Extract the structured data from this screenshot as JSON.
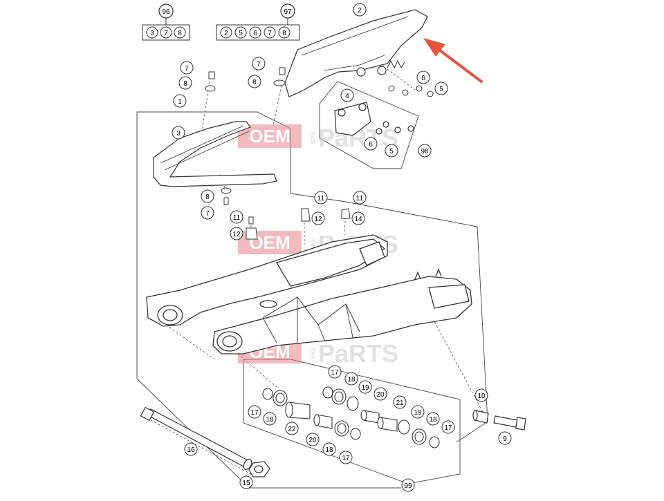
{
  "kits": {
    "k96": {
      "number": "96",
      "members": [
        "3",
        "7",
        "8"
      ]
    },
    "k97": {
      "number": "97",
      "members": [
        "2",
        "5",
        "6",
        "7",
        "8"
      ]
    }
  },
  "callouts": {
    "c1": "1",
    "c2": "2",
    "c3": "3",
    "c4": "4",
    "c5a": "5",
    "c5b": "5",
    "c6a": "6",
    "c6b": "6",
    "c7a": "7",
    "c7b": "7",
    "c7c": "7",
    "c8a": "8",
    "c8b": "8",
    "c8c": "8",
    "c9": "9",
    "c10": "10",
    "c11a": "11",
    "c11b": "11",
    "c11c": "11",
    "c12a": "12",
    "c12b": "12",
    "c14": "14",
    "c15": "15",
    "c16": "16",
    "c17a": "17",
    "c17b": "17",
    "c17c": "17",
    "c17d": "17",
    "c18a": "18",
    "c18b": "18",
    "c18c": "18",
    "c18d": "18",
    "c19a": "19",
    "c19b": "19",
    "c20a": "20",
    "c20b": "20",
    "c21": "21",
    "c22": "22",
    "c98": "98",
    "c99": "99"
  },
  "watermark": {
    "oem": "OEM",
    "bike": "BIKE",
    "parts": "PaRTS"
  },
  "colors": {
    "accent_red": "#e5533d",
    "line": "#333333",
    "watermark_red": "#e8868a",
    "watermark_gray": "#c9c9c9"
  }
}
